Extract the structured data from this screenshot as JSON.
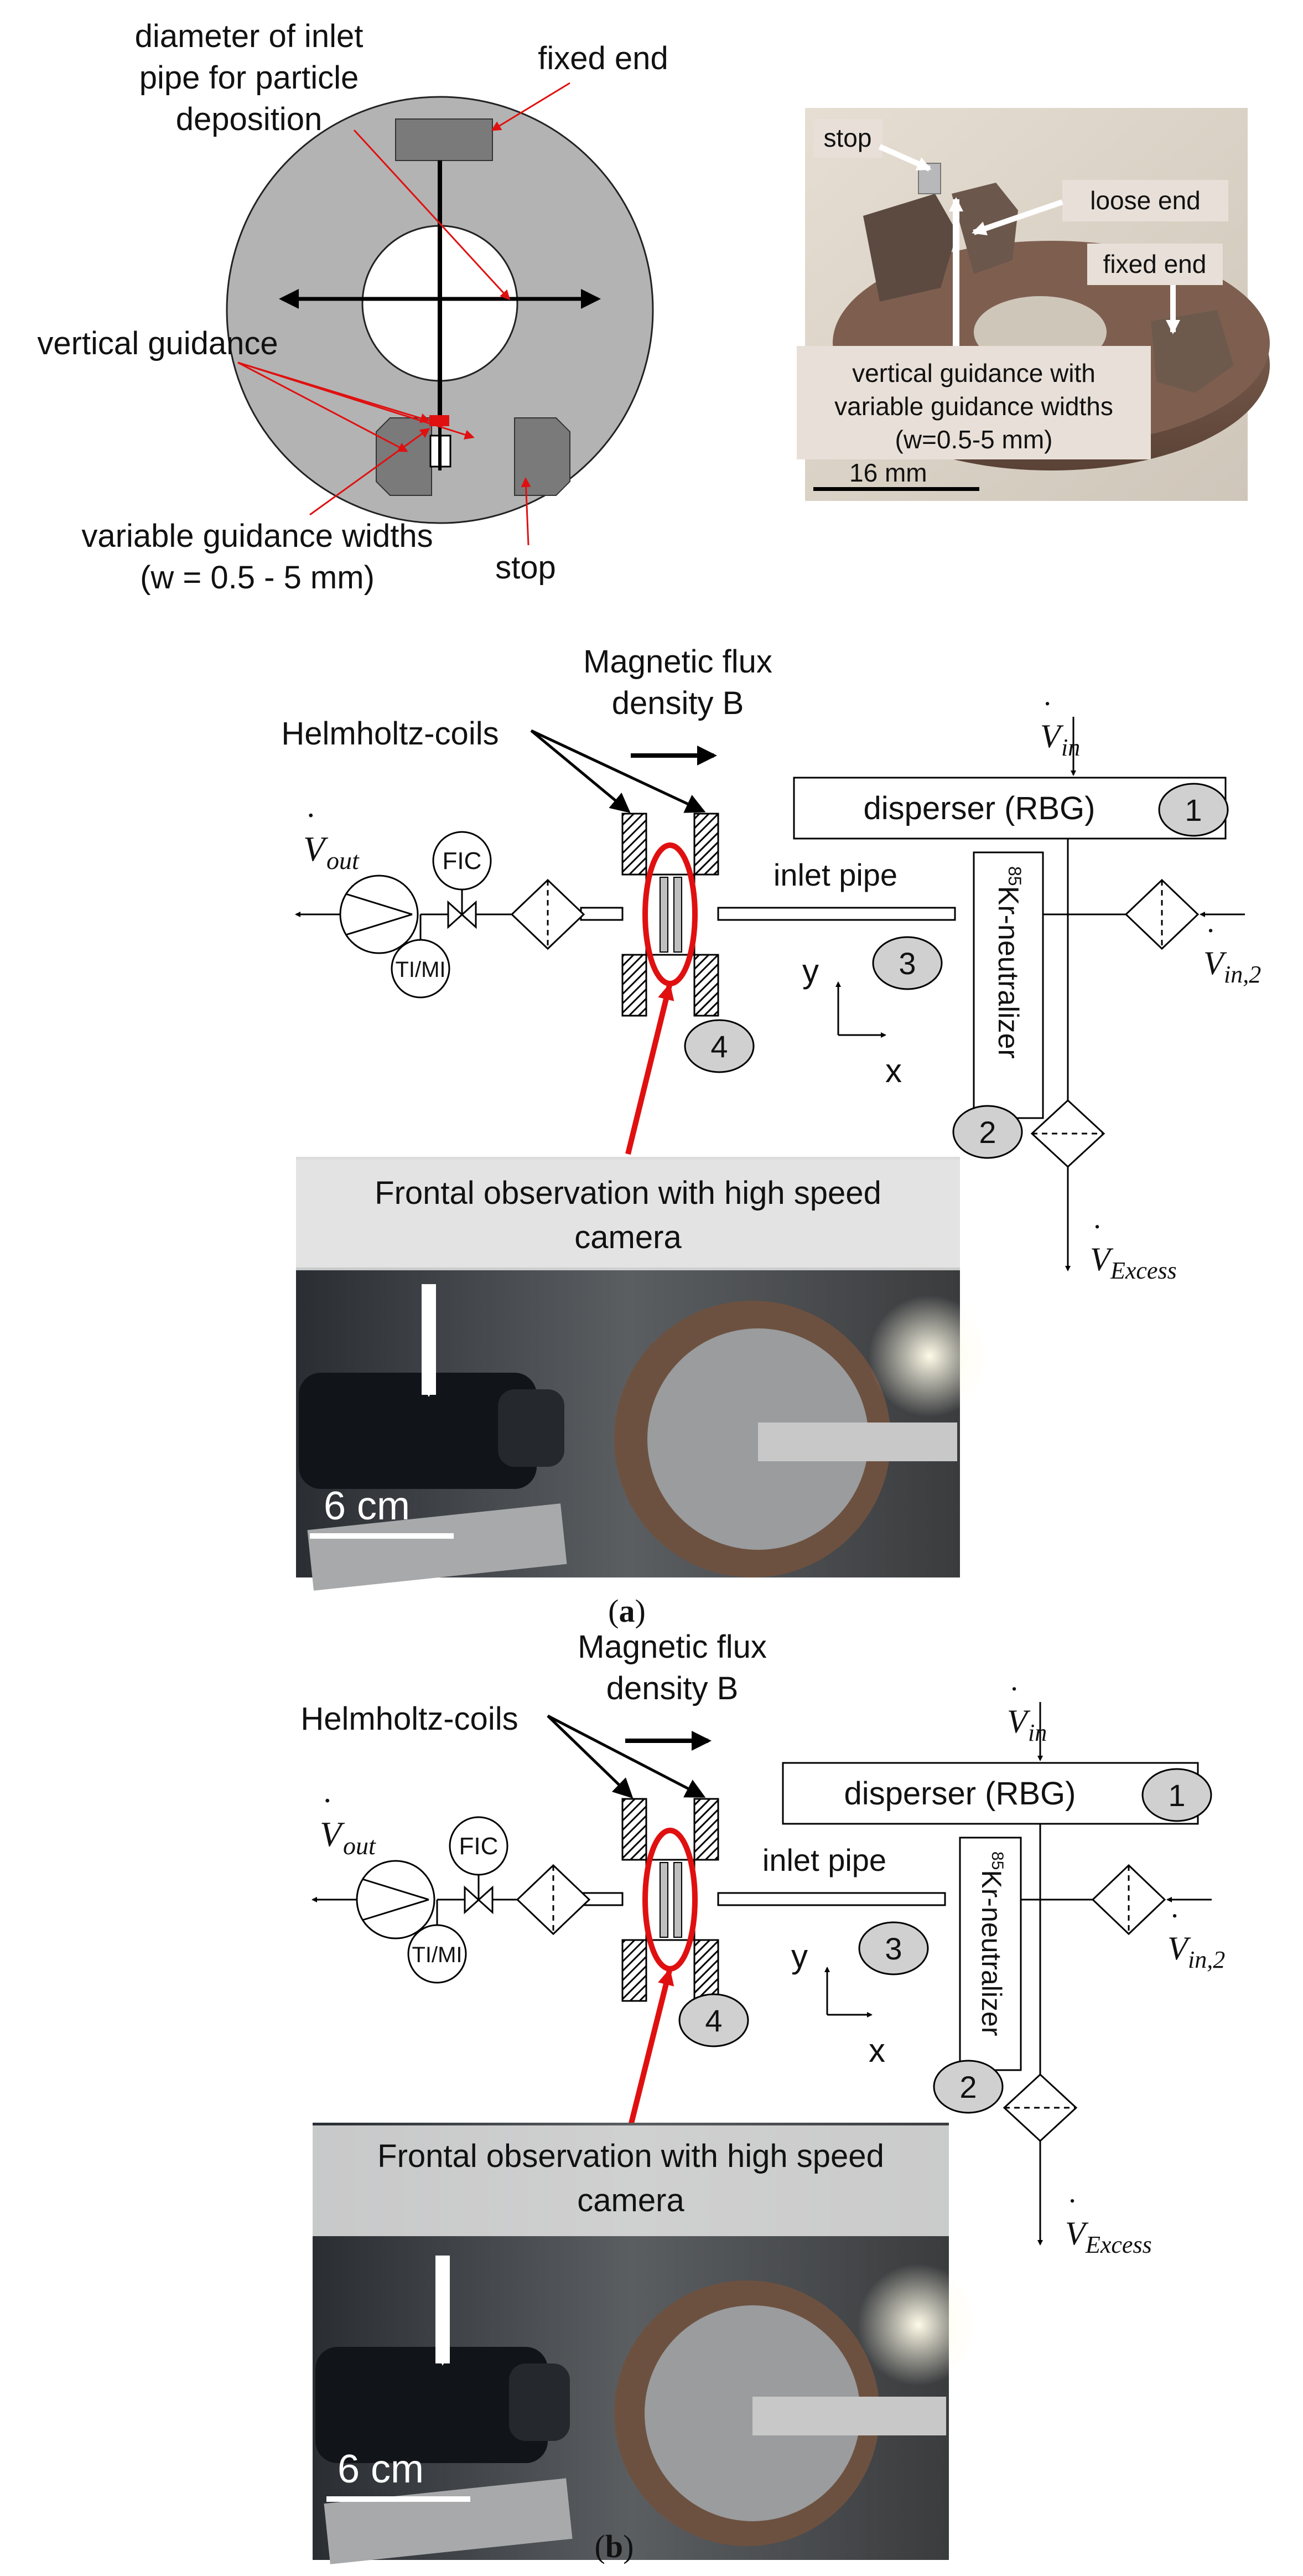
{
  "top": {
    "schematic": {
      "label_inlet_diameter_1": "diameter of inlet",
      "label_inlet_diameter_2": "pipe for particle",
      "label_inlet_diameter_3": "deposition",
      "label_fixed_end": "fixed end",
      "label_vertical_guidance": "vertical guidance",
      "label_variable_widths_1": "variable guidance widths",
      "label_variable_widths_2": "(w = 0.5 - 5 mm)",
      "label_stop": "stop"
    },
    "photo": {
      "label_stop": "stop",
      "label_loose_end": "loose end",
      "label_fixed_end": "fixed end",
      "label_guidance_1": "vertical guidance with",
      "label_guidance_2": "variable guidance widths",
      "label_guidance_3": "(w=0.5-5 mm)",
      "scale_label": "16 mm"
    }
  },
  "panels": [
    {
      "magnetic_1": "Magnetic flux",
      "magnetic_2": "density B",
      "helmholtz": "Helmholtz-coils",
      "v_in": "V",
      "v_in_sub": "in",
      "v_out": "V",
      "v_out_sub": "out",
      "v_in2": "V",
      "v_in2_sub": "in,2",
      "v_excess": "V",
      "v_excess_sub": "Excess",
      "disperser": "disperser (RBG)",
      "num_1": "1",
      "num_2": "2",
      "num_3": "3",
      "num_4": "4",
      "inlet_pipe": "inlet pipe",
      "fic": "FIC",
      "timi": "TI/MI",
      "kr_sup": "85",
      "kr_text": "Kr-neutralizer",
      "axis_y": "y",
      "axis_x": "x",
      "photo_caption_1": "Frontal observation with high speed",
      "photo_caption_2": "camera",
      "scale_label": "6 cm",
      "figure_label_pre": "(",
      "figure_label_letter": "a",
      "figure_label_post": ")"
    },
    {
      "magnetic_1": "Magnetic flux",
      "magnetic_2": "density B",
      "helmholtz": "Helmholtz-coils",
      "v_in": "V",
      "v_in_sub": "in",
      "v_out": "V",
      "v_out_sub": "out",
      "v_in2": "V",
      "v_in2_sub": "in,2",
      "v_excess": "V",
      "v_excess_sub": "Excess",
      "disperser": "disperser (RBG)",
      "num_1": "1",
      "num_2": "2",
      "num_3": "3",
      "num_4": "4",
      "inlet_pipe": "inlet pipe",
      "fic": "FIC",
      "timi": "TI/MI",
      "kr_sup": "85",
      "kr_text": "Kr-neutralizer",
      "axis_y": "y",
      "axis_x": "x",
      "photo_caption_1": "Frontal observation with high speed",
      "photo_caption_2": "camera",
      "scale_label": "6 cm",
      "figure_label_pre": "(",
      "figure_label_letter": "b",
      "figure_label_post": ")"
    }
  ],
  "colors": {
    "red": "#e01010",
    "gray_disk": "#b3b3b3",
    "gray_block": "#7a7a7a",
    "label_box": "#e8e0d8"
  }
}
